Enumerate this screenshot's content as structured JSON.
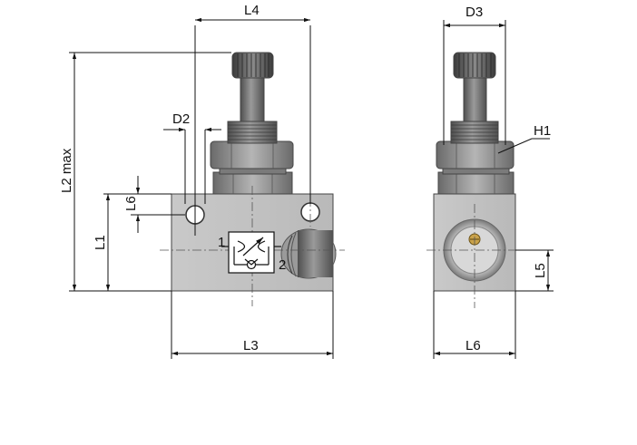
{
  "labels": {
    "L4": "L4",
    "D3": "D3",
    "D2": "D2",
    "H1": "H1",
    "L6_left": "L6",
    "L2max": "L2 max",
    "L1": "L1",
    "L3": "L3",
    "L6_bottom": "L6",
    "L5": "L5",
    "port1": "1",
    "port2": "2"
  },
  "colors": {
    "body": "#bfbfbf",
    "nut": "#8a8a8a",
    "knob": "#4a4a4a",
    "shaft": "#6f6f6f",
    "dim": "#111111",
    "brass": "#c9a24a"
  },
  "icons": {
    "flow-symbol": "throttle-check-valve-icon"
  }
}
